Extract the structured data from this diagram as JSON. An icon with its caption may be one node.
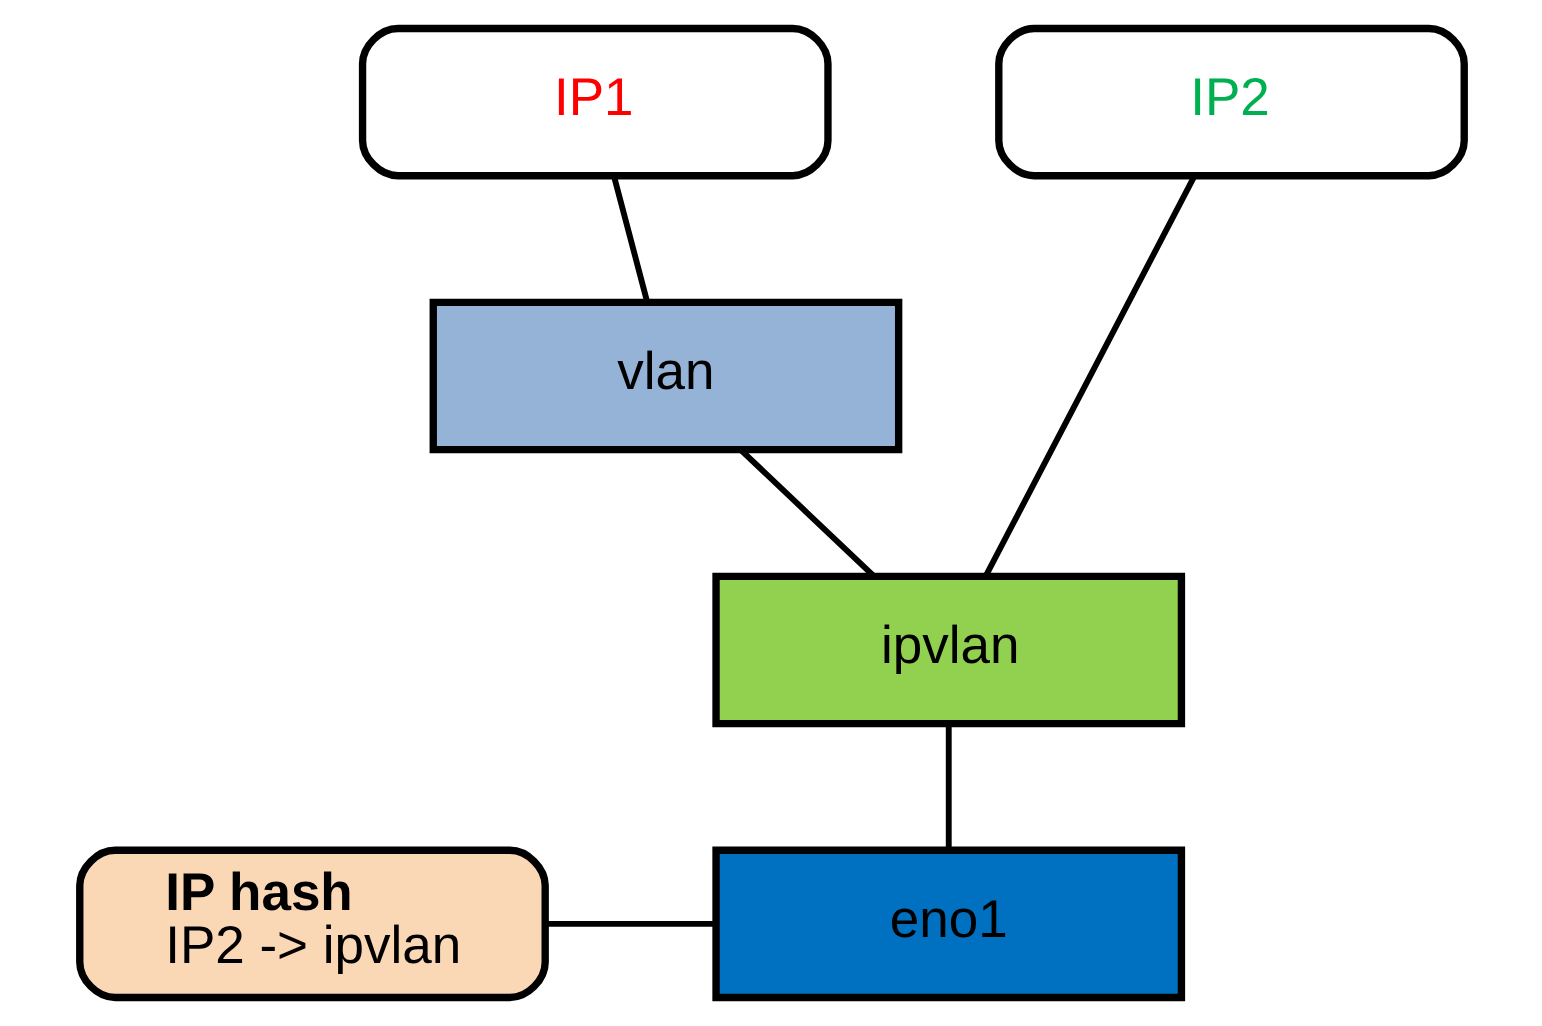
{
  "diagram": {
    "nodes": [
      {
        "text": [
          "IP1"
        ]
      },
      {
        "text": [
          "IP2"
        ]
      },
      {
        "text": [
          "vlan"
        ]
      },
      {
        "text": [
          "ipvlan"
        ]
      },
      {
        "text": [
          "eno1"
        ]
      },
      {
        "text": [
          "IP hash",
          "IP2 -> ipvlan"
        ]
      }
    ],
    "edges": [
      {
        "from": 0,
        "to": 2,
        "arrow": "none"
      },
      {
        "from": 1,
        "to": 3,
        "arrow": "none"
      },
      {
        "from": 2,
        "to": 3,
        "arrow": "none"
      },
      {
        "from": 3,
        "to": 4,
        "arrow": "none"
      },
      {
        "from": 5,
        "to": 4,
        "arrow": "none"
      }
    ]
  }
}
